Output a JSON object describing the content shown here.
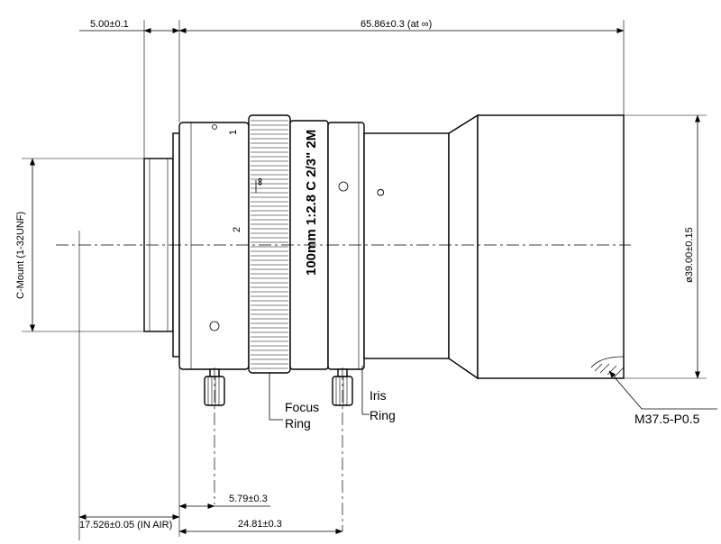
{
  "dimensions": {
    "flange_offset": "5.00±0.1",
    "total_length": "65.86±0.3 (at ∞)",
    "mount_label": "C-Mount (1-32UNF)",
    "front_diameter": "ø39.00±0.15",
    "filter_thread": "M37.5-P0.5",
    "focus_screw_position": "5.79±0.3",
    "back_focal": "17.526±0.05 (IN AIR)",
    "iris_screw_position": "24.81±0.3"
  },
  "callouts": {
    "focus_ring": [
      "Focus",
      "Ring"
    ],
    "iris_ring": [
      "Iris",
      "Ring"
    ]
  },
  "engraving": {
    "model": "100mm 1:2.8 C 2/3\" 2M",
    "focus_scale_1": "1",
    "focus_scale_2": "2",
    "focus_infinity": "∞",
    "iris_index": "O"
  }
}
